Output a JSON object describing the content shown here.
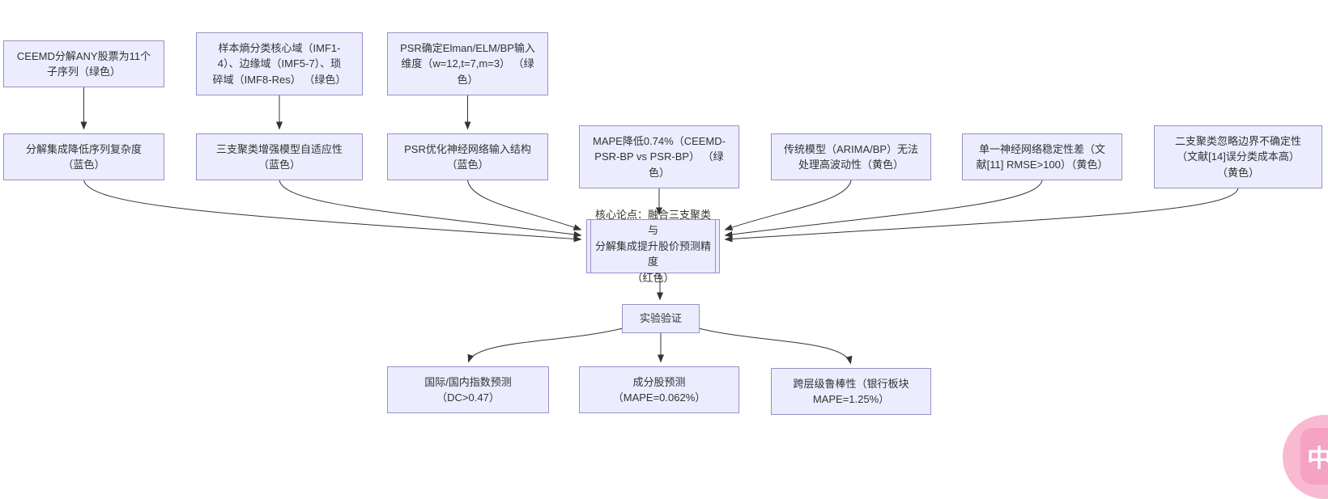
{
  "diagram": {
    "type": "flowchart",
    "nodes": {
      "a1": {
        "label": "CEEMD分解ANY股票为11个\n子序列（绿色）"
      },
      "a2": {
        "label": "样本熵分类核心域（IMF1-\n4）、边缘域（IMF5-7）、琐\n碎域（IMF8-Res） （绿色）"
      },
      "a3": {
        "label": "PSR确定Elman/ELM/BP输入\n维度（w=12,t=7,m=3） （绿\n色）"
      },
      "b1": {
        "label": "分解集成降低序列复杂度\n（蓝色）"
      },
      "b2": {
        "label": "三支聚类增强模型自适应性\n（蓝色）"
      },
      "b3": {
        "label": "PSR优化神经网络输入结构\n（蓝色）"
      },
      "b4": {
        "label": "MAPE降低0.74%（CEEMD-\nPSR-BP vs PSR-BP） （绿\n色）"
      },
      "b5": {
        "label": "传统模型（ARIMA/BP）无法\n处理高波动性（黄色）"
      },
      "b6": {
        "label": "单一神经网络稳定性差（文\n献[11] RMSE>100）（黄色）"
      },
      "b7": {
        "label": "二支聚类忽略边界不确定性\n（文献[14]误分类成本高）\n（黄色）"
      },
      "core": {
        "label": "核心论点：融合三支聚类与\n分解集成提升股价预测精度\n（红色）",
        "shape": "subroutine"
      },
      "exp": {
        "label": "实验验证"
      },
      "c1": {
        "label": "国际/国内指数预测\n（DC>0.47）"
      },
      "c2": {
        "label": "成分股预测\n（MAPE=0.062%）"
      },
      "c3": {
        "label": "跨层级鲁棒性（银行板块\nMAPE=1.25%）"
      }
    },
    "edges": [
      [
        "a1",
        "b1"
      ],
      [
        "a2",
        "b2"
      ],
      [
        "a3",
        "b3"
      ],
      [
        "b1",
        "core"
      ],
      [
        "b2",
        "core"
      ],
      [
        "b3",
        "core"
      ],
      [
        "b4",
        "core"
      ],
      [
        "b5",
        "core"
      ],
      [
        "b6",
        "core"
      ],
      [
        "b7",
        "core"
      ],
      [
        "core",
        "exp"
      ],
      [
        "exp",
        "c1"
      ],
      [
        "exp",
        "c2"
      ],
      [
        "exp",
        "c3"
      ]
    ]
  },
  "colors": {
    "node_fill": "#ececff",
    "node_border": "#9a8fc7",
    "edge": "#333333",
    "text": "#333333",
    "background": "#ffffff",
    "translate_button": "#f8b9d1"
  },
  "translate_button": {
    "label": "中A"
  }
}
